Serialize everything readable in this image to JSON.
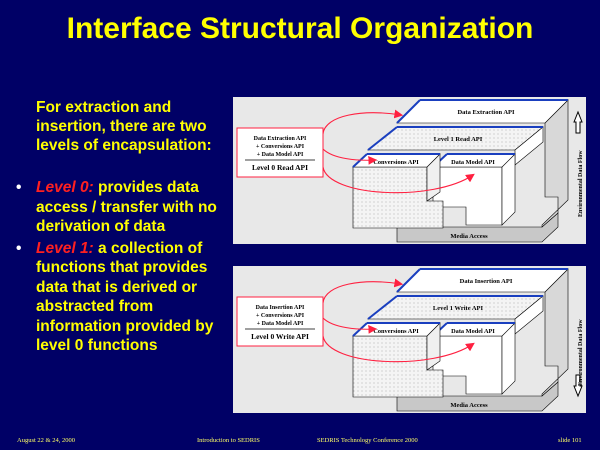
{
  "title": "Interface Structural Organization",
  "intro": "For extraction and insertion, there are two levels of encapsulation:",
  "bullets": [
    {
      "level": "Level 0:",
      "text": " provides data access / transfer with no derivation of data"
    },
    {
      "level": "Level 1:",
      "text": " a collection of functions that provides data that is derived or abstracted from information provided by level 0 functions"
    }
  ],
  "diagrams": [
    {
      "box_line1": "Data Extraction API",
      "box_line2": "+ Conversions API",
      "box_line3": "+ Data Model API",
      "box_result": "Level 0 Read API",
      "top_layer": "Data Extraction API",
      "level1": "Level 1 Read API",
      "conversions": "Conversions API",
      "data_model": "Data Model API",
      "media": "Media Access",
      "flow": "Environmental Data Flow",
      "flow_direction": "up"
    },
    {
      "box_line1": "Data Insertion API",
      "box_line2": "+ Conversions API",
      "box_line3": "+ Data Model API",
      "box_result": "Level 0 Write API",
      "top_layer": "Data Insertion API",
      "level1": "Level 1 Write API",
      "conversions": "Conversions API",
      "data_model": "Data Model API",
      "media": "Media Access",
      "flow": "Environmental Data Flow",
      "flow_direction": "down"
    }
  ],
  "footer": {
    "date": "August 22 & 24, 2000",
    "course": "Introduction to SEDRIS",
    "conference": "SEDRIS Technology Conference 2000",
    "slide": "slide 101"
  },
  "colors": {
    "background": "#000066",
    "text": "#ffff00",
    "accent": "#ff2020"
  }
}
